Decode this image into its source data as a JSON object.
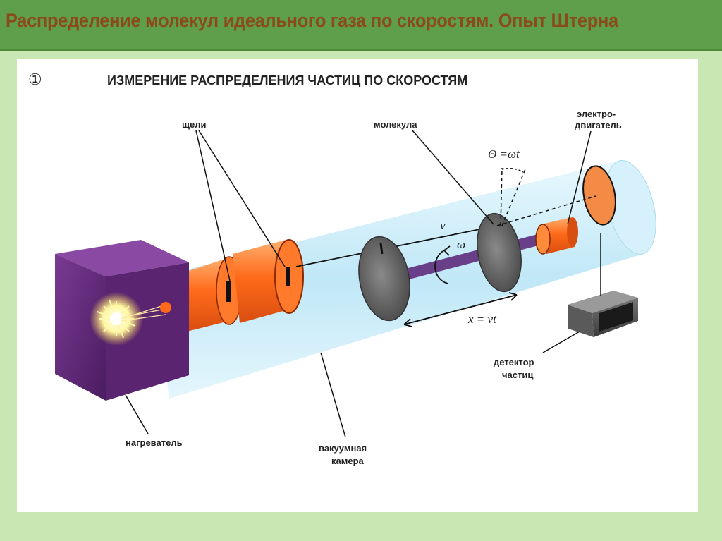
{
  "title": "Распределение молекул идеального газа по скоростям. Опыт Штерна",
  "diagram": {
    "index_mark": "①",
    "heading": "ИЗМЕРЕНИЕ РАСПРЕДЕЛЕНИЯ ЧАСТИЦ ПО СКОРОСТЯМ",
    "labels": {
      "slits": "щели",
      "molecule": "молекула",
      "motor_line1": "электро-",
      "motor_line2": "двигатель",
      "detector_line1": "детектор",
      "detector_line2": "частиц",
      "heater": "нагреватель",
      "chamber_line1": "вакуумная",
      "chamber_line2": "камера"
    },
    "formulas": {
      "angle": "Θ =ωt",
      "velocity": "v⃗",
      "omega": "ω",
      "distance": "x = vt"
    },
    "colors": {
      "heater": "#5a2470",
      "orange": "#ff6a1a",
      "tube": "#cfeefb",
      "disk": "#6a6a6a",
      "axle": "#6a3f8a"
    }
  }
}
